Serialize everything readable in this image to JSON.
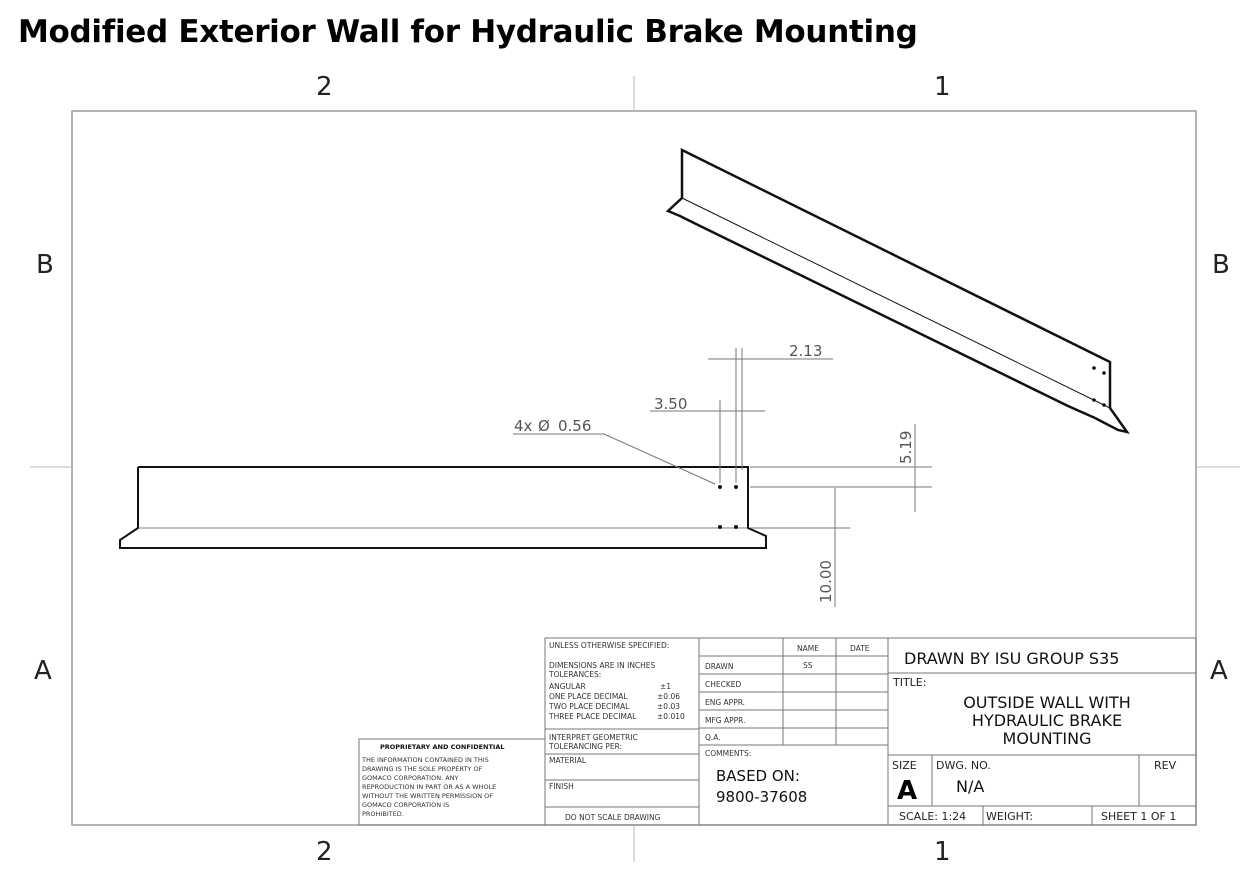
{
  "title": "Modified Exterior Wall for Hydraulic Brake Mounting",
  "zones": {
    "col_left": "2",
    "col_right": "1",
    "row_upper": "B",
    "row_lower": "A"
  },
  "dimensions": {
    "d1": "2.13",
    "d2": "3.50",
    "hole_prefix": "4x",
    "hole_symbol": "Ø",
    "hole_value": "0.56",
    "d3": "5.19",
    "d4": "10.00"
  },
  "title_block": {
    "unless": "UNLESS OTHERWISE SPECIFIED:",
    "dims_in": "DIMENSIONS ARE IN INCHES",
    "tolerances": "TOLERANCES:",
    "angular": "ANGULAR",
    "angular_val": "±1",
    "one_place": "ONE PLACE DECIMAL",
    "one_place_val": "±0.06",
    "two_place": "TWO PLACE DECIMAL",
    "two_place_val": "±0.03",
    "three_place": "THREE PLACE DECIMAL",
    "three_place_val": "±0.010",
    "interpret": "INTERPRET GEOMETRIC",
    "tol_per": "TOLERANCING PER:",
    "material": "MATERIAL",
    "finish": "FINISH",
    "do_not_scale": "DO NOT SCALE DRAWING",
    "col_name": "NAME",
    "col_date": "DATE",
    "drawn": "DRAWN",
    "drawn_name": "SS",
    "checked": "CHECKED",
    "eng_appr": "ENG APPR.",
    "mfg_appr": "MFG APPR.",
    "qa": "Q.A.",
    "comments": "COMMENTS:",
    "based_on_1": "BASED ON:",
    "based_on_2": "9800-37608",
    "drawn_by": "DRAWN BY ISU GROUP S35",
    "title_label": "TITLE:",
    "title_line1": "OUTSIDE WALL WITH",
    "title_line2": "HYDRAULIC BRAKE",
    "title_line3": "MOUNTING",
    "size_label": "SIZE",
    "size_value": "A",
    "dwg_no_label": "DWG.  NO.",
    "dwg_no_value": "N/A",
    "rev_label": "REV",
    "scale": "SCALE: 1:24",
    "weight": "WEIGHT:",
    "sheet": "SHEET 1 OF 1",
    "proprietary_heading": "PROPRIETARY AND CONFIDENTIAL",
    "prop_1": "THE INFORMATION CONTAINED IN THIS",
    "prop_2": "DRAWING IS THE SOLE PROPERTY OF",
    "prop_3": "GOMACO CORPORATION.  ANY",
    "prop_4": "REPRODUCTION IN PART OR AS A WHOLE",
    "prop_5": "WITHOUT THE WRITTEN PERMISSION OF",
    "prop_6": "GOMACO CORPORATION IS",
    "prop_7": "PROHIBITED."
  }
}
